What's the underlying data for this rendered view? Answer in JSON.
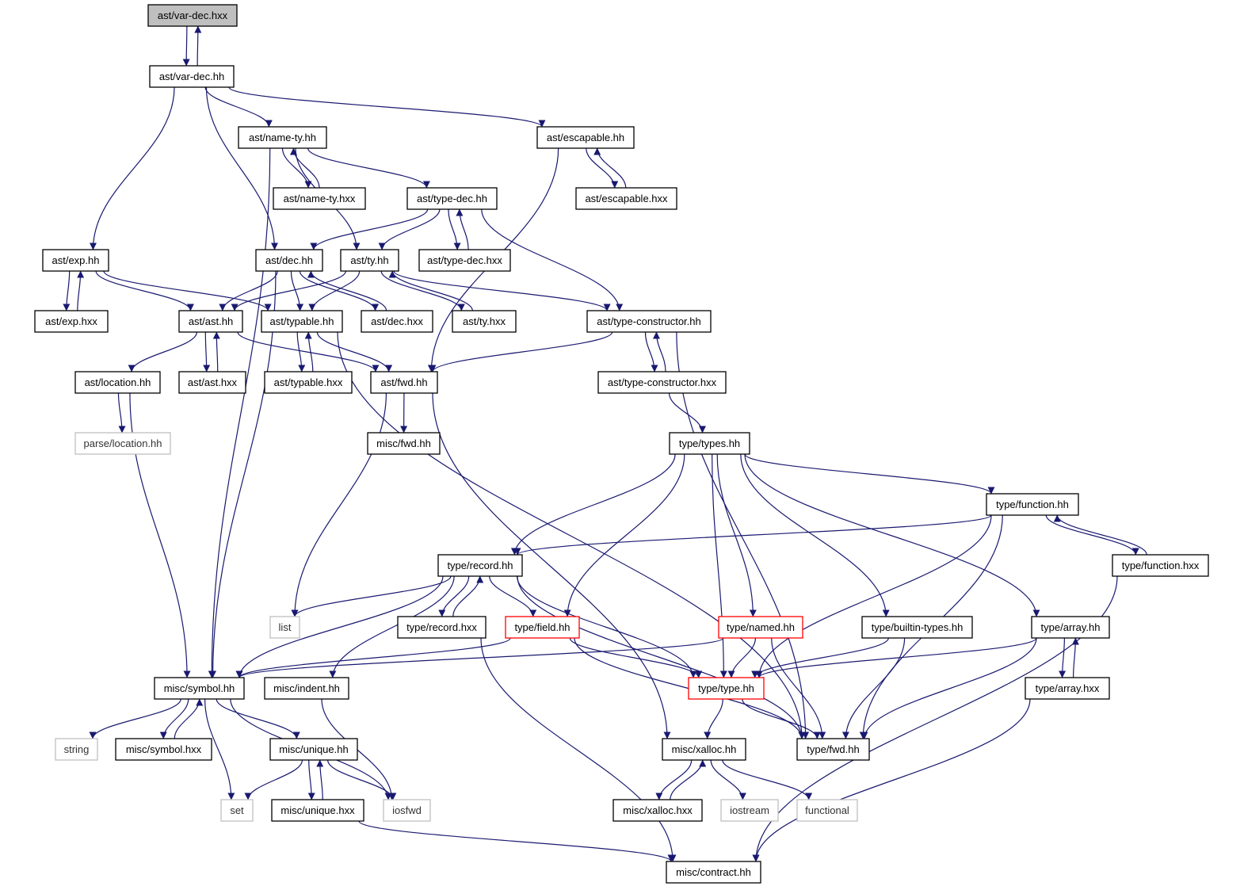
{
  "graph": {
    "nodes": [
      {
        "id": "ast-var-dec-hxx",
        "label": "ast/var-dec.hxx",
        "style": "root"
      },
      {
        "id": "ast-var-dec-hh",
        "label": "ast/var-dec.hh",
        "style": "normal"
      },
      {
        "id": "ast-name-ty-hh",
        "label": "ast/name-ty.hh",
        "style": "normal"
      },
      {
        "id": "ast-escapable-hh",
        "label": "ast/escapable.hh",
        "style": "normal"
      },
      {
        "id": "ast-name-ty-hxx",
        "label": "ast/name-ty.hxx",
        "style": "normal"
      },
      {
        "id": "ast-escapable-hxx",
        "label": "ast/escapable.hxx",
        "style": "normal"
      },
      {
        "id": "ast-type-dec-hh",
        "label": "ast/type-dec.hh",
        "style": "normal"
      },
      {
        "id": "ast-exp-hh",
        "label": "ast/exp.hh",
        "style": "normal"
      },
      {
        "id": "ast-dec-hh",
        "label": "ast/dec.hh",
        "style": "normal"
      },
      {
        "id": "ast-ty-hh",
        "label": "ast/ty.hh",
        "style": "normal"
      },
      {
        "id": "ast-type-dec-hxx",
        "label": "ast/type-dec.hxx",
        "style": "normal"
      },
      {
        "id": "ast-exp-hxx",
        "label": "ast/exp.hxx",
        "style": "normal"
      },
      {
        "id": "ast-ast-hh",
        "label": "ast/ast.hh",
        "style": "normal"
      },
      {
        "id": "ast-typable-hh",
        "label": "ast/typable.hh",
        "style": "normal"
      },
      {
        "id": "ast-dec-hxx",
        "label": "ast/dec.hxx",
        "style": "normal"
      },
      {
        "id": "ast-ty-hxx",
        "label": "ast/ty.hxx",
        "style": "normal"
      },
      {
        "id": "ast-type-constructor-hh",
        "label": "ast/type-constructor.hh",
        "style": "normal"
      },
      {
        "id": "ast-location-hh",
        "label": "ast/location.hh",
        "style": "normal"
      },
      {
        "id": "ast-ast-hxx",
        "label": "ast/ast.hxx",
        "style": "normal"
      },
      {
        "id": "ast-typable-hxx",
        "label": "ast/typable.hxx",
        "style": "normal"
      },
      {
        "id": "ast-fwd-hh",
        "label": "ast/fwd.hh",
        "style": "normal"
      },
      {
        "id": "ast-type-constructor-hxx",
        "label": "ast/type-constructor.hxx",
        "style": "normal"
      },
      {
        "id": "parse-location-hh",
        "label": "parse/location.hh",
        "style": "ext"
      },
      {
        "id": "misc-fwd-hh",
        "label": "misc/fwd.hh",
        "style": "normal"
      },
      {
        "id": "type-types-hh",
        "label": "type/types.hh",
        "style": "normal"
      },
      {
        "id": "type-function-hh",
        "label": "type/function.hh",
        "style": "normal"
      },
      {
        "id": "type-record-hh",
        "label": "type/record.hh",
        "style": "normal"
      },
      {
        "id": "type-function-hxx",
        "label": "type/function.hxx",
        "style": "normal"
      },
      {
        "id": "list",
        "label": "list",
        "style": "ext"
      },
      {
        "id": "type-record-hxx",
        "label": "type/record.hxx",
        "style": "normal"
      },
      {
        "id": "type-field-hh",
        "label": "type/field.hh",
        "style": "red"
      },
      {
        "id": "type-named-hh",
        "label": "type/named.hh",
        "style": "red"
      },
      {
        "id": "type-builtin-types-hh",
        "label": "type/builtin-types.hh",
        "style": "normal"
      },
      {
        "id": "type-array-hh",
        "label": "type/array.hh",
        "style": "normal"
      },
      {
        "id": "misc-symbol-hh",
        "label": "misc/symbol.hh",
        "style": "normal"
      },
      {
        "id": "misc-indent-hh",
        "label": "misc/indent.hh",
        "style": "normal"
      },
      {
        "id": "type-type-hh",
        "label": "type/type.hh",
        "style": "red"
      },
      {
        "id": "type-array-hxx",
        "label": "type/array.hxx",
        "style": "normal"
      },
      {
        "id": "string",
        "label": "string",
        "style": "ext"
      },
      {
        "id": "misc-symbol-hxx",
        "label": "misc/symbol.hxx",
        "style": "normal"
      },
      {
        "id": "misc-unique-hh",
        "label": "misc/unique.hh",
        "style": "normal"
      },
      {
        "id": "misc-xalloc-hh",
        "label": "misc/xalloc.hh",
        "style": "normal"
      },
      {
        "id": "type-fwd-hh",
        "label": "type/fwd.hh",
        "style": "normal"
      },
      {
        "id": "set",
        "label": "set",
        "style": "ext"
      },
      {
        "id": "misc-unique-hxx",
        "label": "misc/unique.hxx",
        "style": "normal"
      },
      {
        "id": "iosfwd",
        "label": "iosfwd",
        "style": "ext"
      },
      {
        "id": "misc-xalloc-hxx",
        "label": "misc/xalloc.hxx",
        "style": "normal"
      },
      {
        "id": "iostream",
        "label": "iostream",
        "style": "ext"
      },
      {
        "id": "functional",
        "label": "functional",
        "style": "ext"
      },
      {
        "id": "misc-contract-hh",
        "label": "misc/contract.hh",
        "style": "normal"
      }
    ],
    "edges": [
      [
        "ast-var-dec-hxx",
        "ast-var-dec-hh"
      ],
      [
        "ast-var-dec-hh",
        "ast-var-dec-hxx"
      ],
      [
        "ast-var-dec-hh",
        "ast-name-ty-hh"
      ],
      [
        "ast-var-dec-hh",
        "ast-escapable-hh"
      ],
      [
        "ast-var-dec-hh",
        "ast-exp-hh"
      ],
      [
        "ast-var-dec-hh",
        "ast-dec-hh"
      ],
      [
        "ast-name-ty-hh",
        "ast-name-ty-hxx"
      ],
      [
        "ast-name-ty-hxx",
        "ast-name-ty-hh"
      ],
      [
        "ast-name-ty-hh",
        "ast-type-dec-hh"
      ],
      [
        "ast-name-ty-hh",
        "ast-ty-hh"
      ],
      [
        "ast-name-ty-hh",
        "misc-symbol-hh"
      ],
      [
        "ast-escapable-hh",
        "ast-escapable-hxx"
      ],
      [
        "ast-escapable-hxx",
        "ast-escapable-hh"
      ],
      [
        "ast-escapable-hh",
        "ast-fwd-hh"
      ],
      [
        "ast-type-dec-hh",
        "ast-dec-hh"
      ],
      [
        "ast-type-dec-hh",
        "ast-ty-hh"
      ],
      [
        "ast-type-dec-hh",
        "ast-type-dec-hxx"
      ],
      [
        "ast-type-dec-hxx",
        "ast-type-dec-hh"
      ],
      [
        "ast-type-dec-hh",
        "ast-type-constructor-hh"
      ],
      [
        "ast-exp-hh",
        "ast-exp-hxx"
      ],
      [
        "ast-exp-hxx",
        "ast-exp-hh"
      ],
      [
        "ast-exp-hh",
        "ast-ast-hh"
      ],
      [
        "ast-exp-hh",
        "ast-typable-hh"
      ],
      [
        "ast-dec-hh",
        "ast-ast-hh"
      ],
      [
        "ast-dec-hh",
        "ast-typable-hh"
      ],
      [
        "ast-dec-hh",
        "ast-dec-hxx"
      ],
      [
        "ast-dec-hxx",
        "ast-dec-hh"
      ],
      [
        "ast-dec-hh",
        "misc-symbol-hh"
      ],
      [
        "ast-ty-hh",
        "ast-ast-hh"
      ],
      [
        "ast-ty-hh",
        "ast-typable-hh"
      ],
      [
        "ast-ty-hh",
        "ast-ty-hxx"
      ],
      [
        "ast-ty-hxx",
        "ast-ty-hh"
      ],
      [
        "ast-ty-hh",
        "ast-type-constructor-hh"
      ],
      [
        "ast-ast-hh",
        "ast-location-hh"
      ],
      [
        "ast-ast-hh",
        "ast-ast-hxx"
      ],
      [
        "ast-ast-hxx",
        "ast-ast-hh"
      ],
      [
        "ast-ast-hh",
        "ast-fwd-hh"
      ],
      [
        "ast-typable-hh",
        "ast-typable-hxx"
      ],
      [
        "ast-typable-hxx",
        "ast-typable-hh"
      ],
      [
        "ast-typable-hh",
        "ast-fwd-hh"
      ],
      [
        "ast-typable-hh",
        "type-fwd-hh"
      ],
      [
        "ast-type-constructor-hh",
        "ast-fwd-hh"
      ],
      [
        "ast-type-constructor-hh",
        "ast-type-constructor-hxx"
      ],
      [
        "ast-type-constructor-hxx",
        "ast-type-constructor-hh"
      ],
      [
        "ast-type-constructor-hh",
        "type-fwd-hh"
      ],
      [
        "ast-location-hh",
        "parse-location-hh"
      ],
      [
        "ast-location-hh",
        "misc-symbol-hh"
      ],
      [
        "ast-fwd-hh",
        "misc-fwd-hh"
      ],
      [
        "ast-fwd-hh",
        "list"
      ],
      [
        "ast-fwd-hh",
        "misc-xalloc-hh"
      ],
      [
        "ast-type-constructor-hxx",
        "type-types-hh"
      ],
      [
        "type-types-hh",
        "type-function-hh"
      ],
      [
        "type-types-hh",
        "type-record-hh"
      ],
      [
        "type-types-hh",
        "type-field-hh"
      ],
      [
        "type-types-hh",
        "type-named-hh"
      ],
      [
        "type-types-hh",
        "type-type-hh"
      ],
      [
        "type-types-hh",
        "type-builtin-types-hh"
      ],
      [
        "type-types-hh",
        "type-array-hh"
      ],
      [
        "type-function-hh",
        "type-record-hh"
      ],
      [
        "type-function-hh",
        "type-function-hxx"
      ],
      [
        "type-function-hxx",
        "type-function-hh"
      ],
      [
        "type-function-hh",
        "type-type-hh"
      ],
      [
        "type-function-hh",
        "type-fwd-hh"
      ],
      [
        "type-function-hxx",
        "misc-contract-hh"
      ],
      [
        "type-record-hh",
        "list"
      ],
      [
        "type-record-hh",
        "type-record-hxx"
      ],
      [
        "type-record-hxx",
        "type-record-hh"
      ],
      [
        "type-record-hh",
        "type-field-hh"
      ],
      [
        "type-record-hh",
        "misc-symbol-hh"
      ],
      [
        "type-record-hh",
        "misc-indent-hh"
      ],
      [
        "type-record-hh",
        "type-type-hh"
      ],
      [
        "type-record-hh",
        "type-fwd-hh"
      ],
      [
        "type-record-hxx",
        "misc-contract-hh"
      ],
      [
        "type-field-hh",
        "misc-symbol-hh"
      ],
      [
        "type-field-hh",
        "type-type-hh"
      ],
      [
        "type-field-hh",
        "type-fwd-hh"
      ],
      [
        "type-named-hh",
        "misc-symbol-hh"
      ],
      [
        "type-named-hh",
        "type-type-hh"
      ],
      [
        "type-named-hh",
        "type-fwd-hh"
      ],
      [
        "type-builtin-types-hh",
        "type-type-hh"
      ],
      [
        "type-builtin-types-hh",
        "type-fwd-hh"
      ],
      [
        "type-array-hh",
        "type-type-hh"
      ],
      [
        "type-array-hh",
        "type-array-hxx"
      ],
      [
        "type-array-hxx",
        "type-array-hh"
      ],
      [
        "type-array-hh",
        "type-fwd-hh"
      ],
      [
        "type-array-hxx",
        "misc-contract-hh"
      ],
      [
        "misc-indent-hh",
        "iosfwd"
      ],
      [
        "type-type-hh",
        "misc-xalloc-hh"
      ],
      [
        "type-type-hh",
        "type-fwd-hh"
      ],
      [
        "misc-symbol-hh",
        "string"
      ],
      [
        "misc-symbol-hh",
        "misc-symbol-hxx"
      ],
      [
        "misc-symbol-hxx",
        "misc-symbol-hh"
      ],
      [
        "misc-symbol-hh",
        "misc-unique-hh"
      ],
      [
        "misc-symbol-hh",
        "set"
      ],
      [
        "misc-symbol-hh",
        "iosfwd"
      ],
      [
        "misc-unique-hh",
        "set"
      ],
      [
        "misc-unique-hh",
        "misc-unique-hxx"
      ],
      [
        "misc-unique-hxx",
        "misc-unique-hh"
      ],
      [
        "misc-unique-hh",
        "iosfwd"
      ],
      [
        "misc-unique-hxx",
        "misc-contract-hh"
      ],
      [
        "misc-xalloc-hh",
        "misc-xalloc-hxx"
      ],
      [
        "misc-xalloc-hxx",
        "misc-xalloc-hh"
      ],
      [
        "misc-xalloc-hh",
        "iostream"
      ],
      [
        "misc-xalloc-hh",
        "functional"
      ]
    ]
  }
}
